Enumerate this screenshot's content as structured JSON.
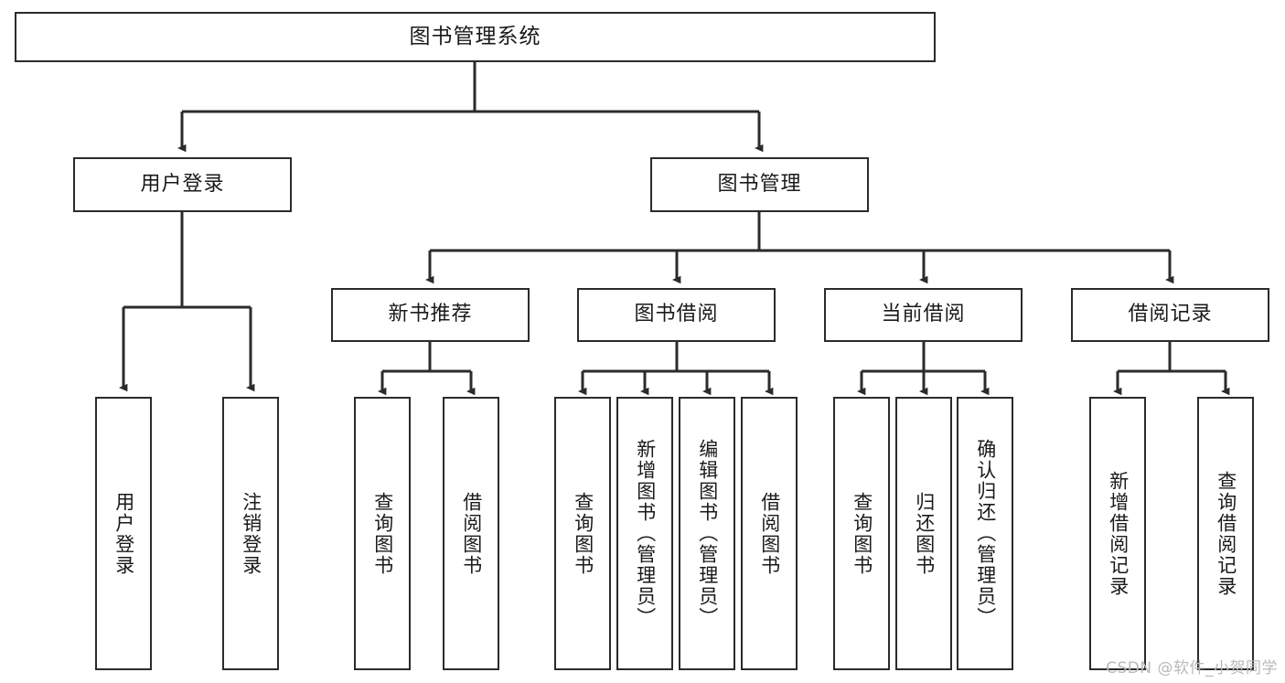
{
  "diagram": {
    "type": "tree",
    "title": "图书管理系统",
    "watermark": "CSDN @软件_小贺同学",
    "colors": {
      "box_border": "#2b2b2b",
      "box_fill": "#ffffff",
      "connector": "#2b2b2b",
      "text": "#1a1a1a",
      "watermark": "#b9b9b9"
    },
    "root": {
      "label": "图书管理系统"
    },
    "level1": [
      {
        "label": "用户登录"
      },
      {
        "label": "图书管理"
      }
    ],
    "level2": [
      {
        "label": "新书推荐"
      },
      {
        "label": "图书借阅"
      },
      {
        "label": "当前借阅"
      },
      {
        "label": "借阅记录"
      }
    ],
    "leaves": {
      "user_login": [
        {
          "label": "用户登录"
        },
        {
          "label": "注销登录"
        }
      ],
      "new_book_recommend": [
        {
          "label": "查询图书"
        },
        {
          "label": "借阅图书"
        }
      ],
      "book_borrow": [
        {
          "label": "查询图书"
        },
        {
          "label": "新增图书（管理员）"
        },
        {
          "label": "编辑图书（管理员）"
        },
        {
          "label": "借阅图书"
        }
      ],
      "current_borrow": [
        {
          "label": "查询图书"
        },
        {
          "label": "归还图书"
        },
        {
          "label": "确认归还（管理员）"
        }
      ],
      "borrow_record": [
        {
          "label": "新增借阅记录"
        },
        {
          "label": "查询借阅记录"
        }
      ]
    }
  }
}
